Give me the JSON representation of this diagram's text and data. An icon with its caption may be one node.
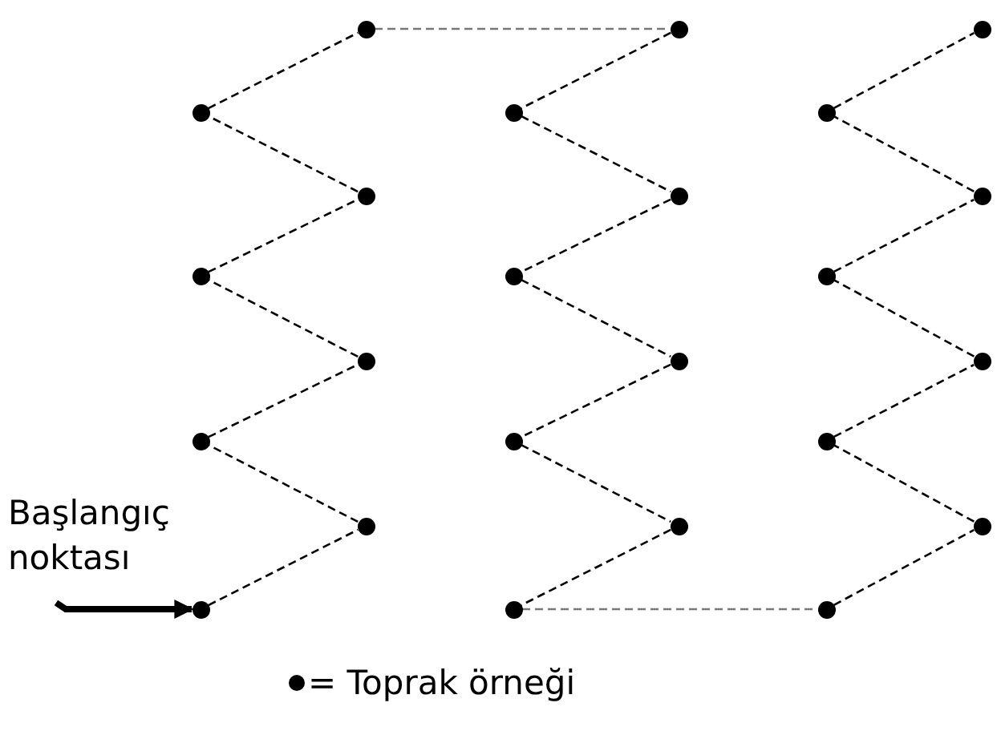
{
  "diagram": {
    "nodes": [
      {
        "text": [
          "Başlangıç noktası"
        ]
      },
      {
        "text": [],
        "shape": "circle"
      },
      {
        "text": [],
        "shape": "circle"
      },
      {
        "text": [],
        "shape": "circle"
      },
      {
        "text": [],
        "shape": "circle"
      },
      {
        "text": [],
        "shape": "circle"
      },
      {
        "text": [],
        "shape": "circle"
      },
      {
        "text": [],
        "shape": "circle"
      },
      {
        "text": [],
        "shape": "circle"
      },
      {
        "text": [],
        "shape": "circle"
      },
      {
        "text": [],
        "shape": "circle"
      },
      {
        "text": [],
        "shape": "circle"
      },
      {
        "text": [],
        "shape": "circle"
      },
      {
        "text": [],
        "shape": "circle"
      },
      {
        "text": [],
        "shape": "circle"
      },
      {
        "text": [],
        "shape": "circle"
      },
      {
        "text": [],
        "shape": "circle"
      },
      {
        "text": [],
        "shape": "circle"
      },
      {
        "text": [],
        "shape": "circle"
      },
      {
        "text": [],
        "shape": "circle"
      },
      {
        "text": [],
        "shape": "circle"
      },
      {
        "text": [],
        "shape": "circle"
      },
      {
        "text": [],
        "shape": "circle"
      },
      {
        "text": [],
        "shape": "circle"
      },
      {
        "text": [],
        "shape": "circle"
      }
    ],
    "edges": [
      {
        "from": 0,
        "to": 4,
        "arrow": "to",
        "style": "thick"
      },
      {
        "from": 4,
        "to": 8,
        "arrow": "none",
        "style": "dashed"
      },
      {
        "from": 8,
        "to": 3,
        "arrow": "none",
        "style": "dashed"
      },
      {
        "from": 3,
        "to": 7,
        "arrow": "none",
        "style": "dashed"
      },
      {
        "from": 7,
        "to": 2,
        "arrow": "none",
        "style": "dashed"
      },
      {
        "from": 2,
        "to": 6,
        "arrow": "none",
        "style": "dashed"
      },
      {
        "from": 6,
        "to": 1,
        "arrow": "none",
        "style": "dashed"
      },
      {
        "from": 1,
        "to": 5,
        "arrow": "none",
        "style": "dashed"
      },
      {
        "from": 5,
        "to": 13,
        "arrow": "none",
        "style": "dashed",
        "color": "#777777"
      },
      {
        "from": 13,
        "to": 9,
        "arrow": "none",
        "style": "dashed"
      },
      {
        "from": 9,
        "to": 14,
        "arrow": "none",
        "style": "dashed"
      },
      {
        "from": 14,
        "to": 10,
        "arrow": "none",
        "style": "dashed"
      },
      {
        "from": 10,
        "to": 15,
        "arrow": "none",
        "style": "dashed"
      },
      {
        "from": 15,
        "to": 11,
        "arrow": "none",
        "style": "dashed"
      },
      {
        "from": 11,
        "to": 16,
        "arrow": "none",
        "style": "dashed"
      },
      {
        "from": 16,
        "to": 12,
        "arrow": "none",
        "style": "dashed"
      },
      {
        "from": 12,
        "to": 20,
        "arrow": "none",
        "style": "dashed",
        "color": "#777777"
      },
      {
        "from": 20,
        "to": 24,
        "arrow": "none",
        "style": "dashed"
      },
      {
        "from": 24,
        "to": 19,
        "arrow": "none",
        "style": "dashed"
      },
      {
        "from": 19,
        "to": 23,
        "arrow": "none",
        "style": "dashed"
      },
      {
        "from": 23,
        "to": 18,
        "arrow": "none",
        "style": "dashed"
      },
      {
        "from": 18,
        "to": 22,
        "arrow": "none",
        "style": "dashed"
      },
      {
        "from": 22,
        "to": 17,
        "arrow": "none",
        "style": "dashed"
      },
      {
        "from": 17,
        "to": 21,
        "arrow": "none",
        "style": "dashed"
      }
    ],
    "legend": [
      {
        "text": "= Toprak örneği"
      }
    ]
  }
}
